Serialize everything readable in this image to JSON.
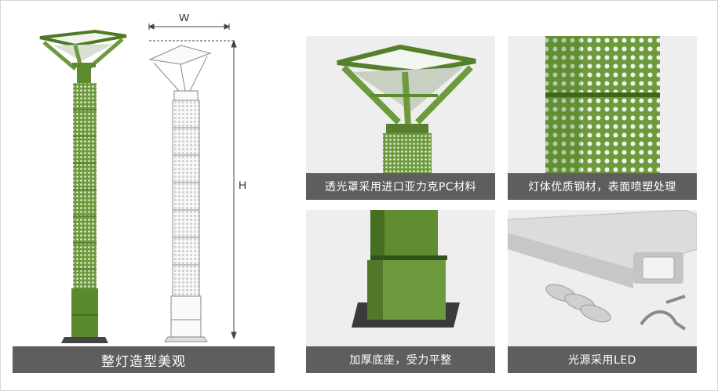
{
  "main": {
    "caption": "整灯造型美观",
    "dimension_width": "W",
    "dimension_height": "H"
  },
  "panels": [
    {
      "caption": "透光罩采用进口亚力克PC材料"
    },
    {
      "caption": "灯体优质钢材，表面喷塑处理"
    },
    {
      "caption": "加厚底座，受力平整"
    },
    {
      "caption": "光源采用LED"
    }
  ],
  "colors": {
    "lamp_green": "#6e9a3e",
    "caption_bg": "#5e5e5e",
    "panel_bg": "#eeeeee"
  }
}
